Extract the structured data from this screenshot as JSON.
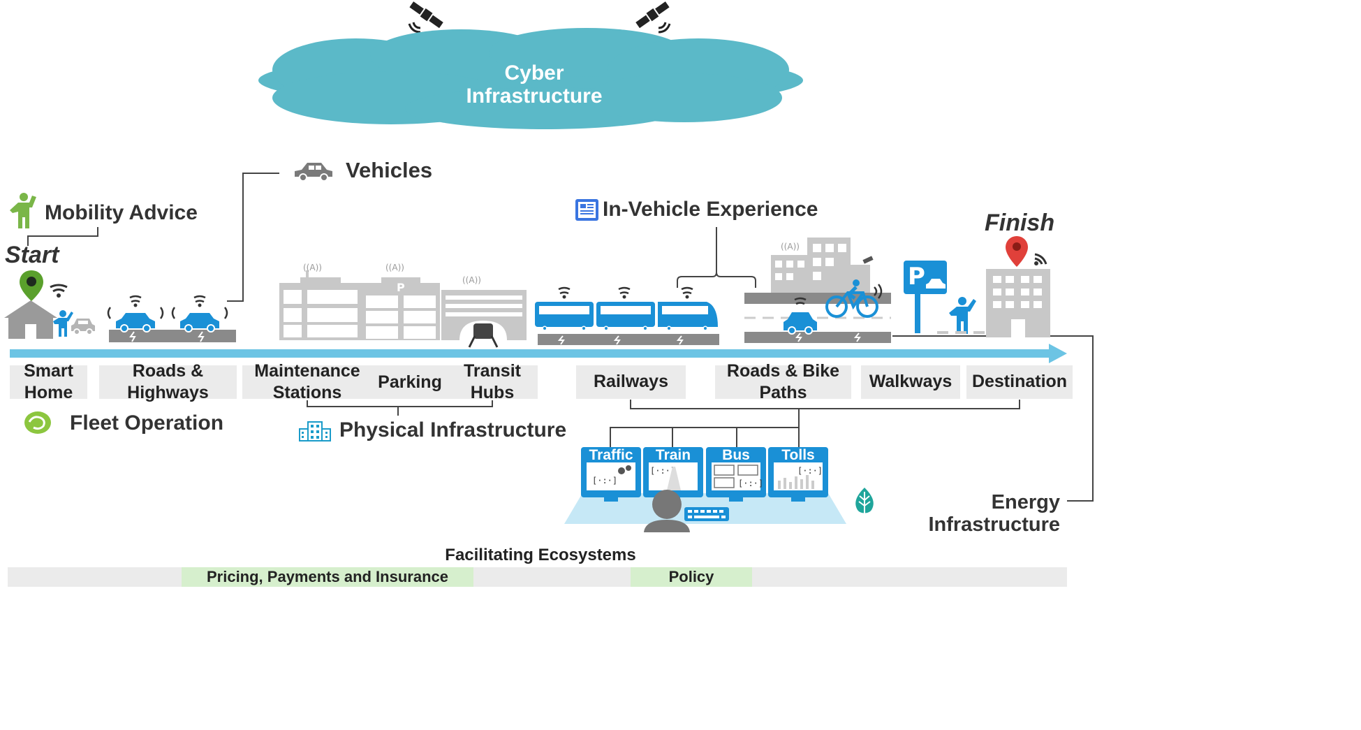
{
  "cloud": {
    "label_line1": "Cyber",
    "label_line2": "Infrastructure",
    "color": "#5bb9c8"
  },
  "labels": {
    "vehicles": "Vehicles",
    "mobility_advice": "Mobility Advice",
    "start": "Start",
    "in_vehicle_experience": "In-Vehicle Experience",
    "finish": "Finish",
    "fleet_operation": "Fleet Operation",
    "physical_infrastructure": "Physical Infrastructure",
    "energy_line1": "Energy",
    "energy_line2": "Infrastructure"
  },
  "categories": [
    {
      "line1": "Smart",
      "line2": "Home"
    },
    {
      "line1": "Roads &",
      "line2": "Highways"
    },
    {
      "line1": "Maintenance",
      "line2": "Stations"
    },
    {
      "line1": "Parking",
      "line2": ""
    },
    {
      "line1": "Transit",
      "line2": "Hubs"
    },
    {
      "line1": "Railways",
      "line2": ""
    },
    {
      "line1": "Roads & Bike",
      "line2": "Paths"
    },
    {
      "line1": "Walkways",
      "line2": ""
    },
    {
      "line1": "Destination",
      "line2": ""
    }
  ],
  "screens": [
    "Traffic",
    "Train",
    "Bus",
    "Tolls"
  ],
  "ecosystems": {
    "title": "Facilitating Ecosystems",
    "pricing": "Pricing, Payments and Insurance",
    "policy": "Policy"
  },
  "colors": {
    "accent_blue": "#1a90d6",
    "arrow_blue": "#6cc4e4",
    "green": "#7ab648",
    "grey_building": "#c8c8c8",
    "road": "#8a8a8a",
    "pill_green": "#d6efcd"
  },
  "icons": [
    "satellite-icon",
    "car-icon",
    "person-waving-icon",
    "map-pin-icon",
    "wifi-icon",
    "house-icon",
    "news-icon",
    "fleet-icon",
    "building-icon",
    "leaf-icon",
    "parking-sign-icon",
    "bicycle-icon",
    "train-icon",
    "monitor-icon",
    "user-icon",
    "keyboard-icon"
  ]
}
